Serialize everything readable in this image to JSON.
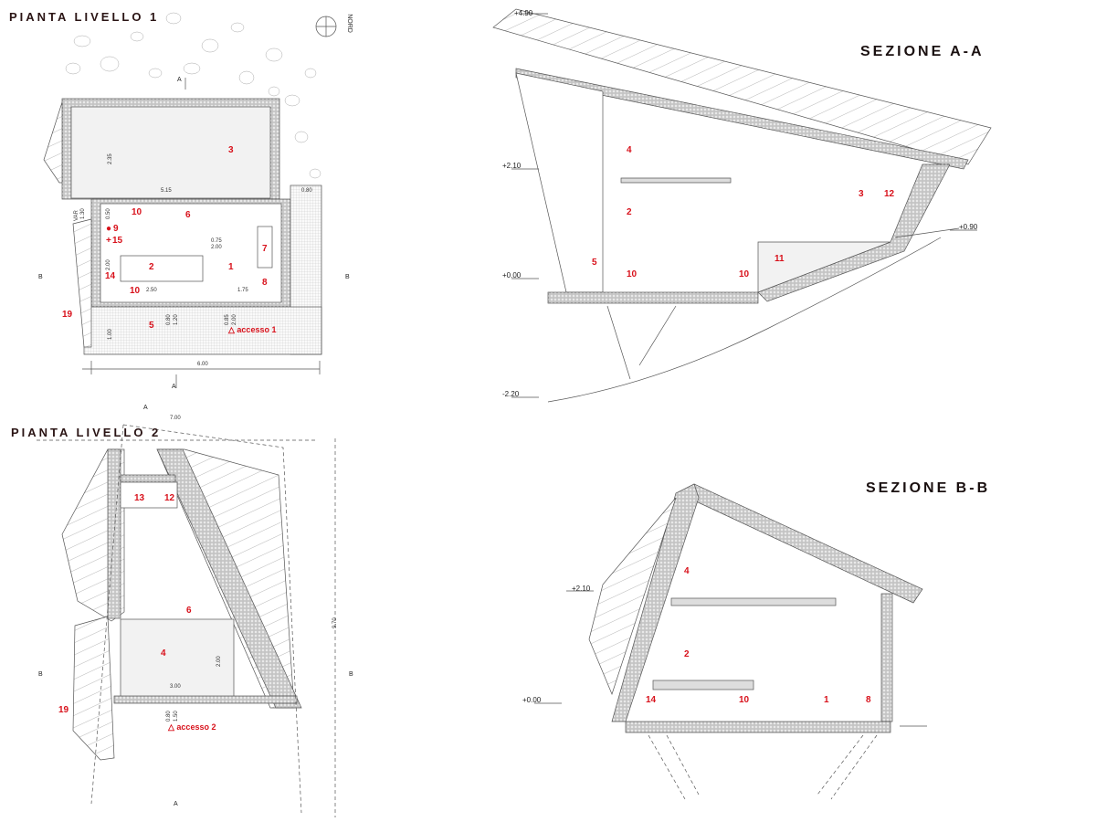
{
  "plan1": {
    "title": "PIANTA LIVELLO 1",
    "north_label": "NORD",
    "section_marks": [
      "A",
      "A",
      "B",
      "B"
    ],
    "room_numbers": [
      "3",
      "10",
      "6",
      "9",
      "15",
      "2",
      "1",
      "7",
      "14",
      "8",
      "10",
      "5",
      "19"
    ],
    "access_label": "accesso 1",
    "dimensions": [
      "2.35",
      "5.15",
      "0.80",
      "VAR",
      "1.30",
      "0.50",
      "0.75",
      "2.00",
      "2.00",
      "2.50",
      "1.75",
      "0.80",
      "1.20",
      "0.85",
      "2.00",
      "1.00",
      "6.00"
    ]
  },
  "plan2": {
    "title": "PIANTA LIVELLO 2",
    "section_marks": [
      "A",
      "A",
      "B",
      "B"
    ],
    "room_numbers": [
      "13",
      "12",
      "6",
      "4",
      "19"
    ],
    "access_label": "accesso 2",
    "dimensions": [
      "7.00",
      "2.00",
      "3.00",
      "0.80",
      "1.50",
      "9.70"
    ]
  },
  "section_aa": {
    "title": "SEZIONE A-A",
    "levels": [
      "+4.90",
      "+2.10",
      "+0.00",
      "-2.20",
      "+0.90"
    ],
    "room_numbers": [
      "4",
      "3",
      "12",
      "2",
      "5",
      "10",
      "10",
      "11"
    ]
  },
  "section_bb": {
    "title": "SEZIONE B-B",
    "levels": [
      "+2.10",
      "+0.00"
    ],
    "room_numbers": [
      "4",
      "2",
      "14",
      "10",
      "1",
      "8"
    ]
  },
  "colors": {
    "label_red": "#d8111b",
    "line": "#555555",
    "fill": "#efefef"
  }
}
